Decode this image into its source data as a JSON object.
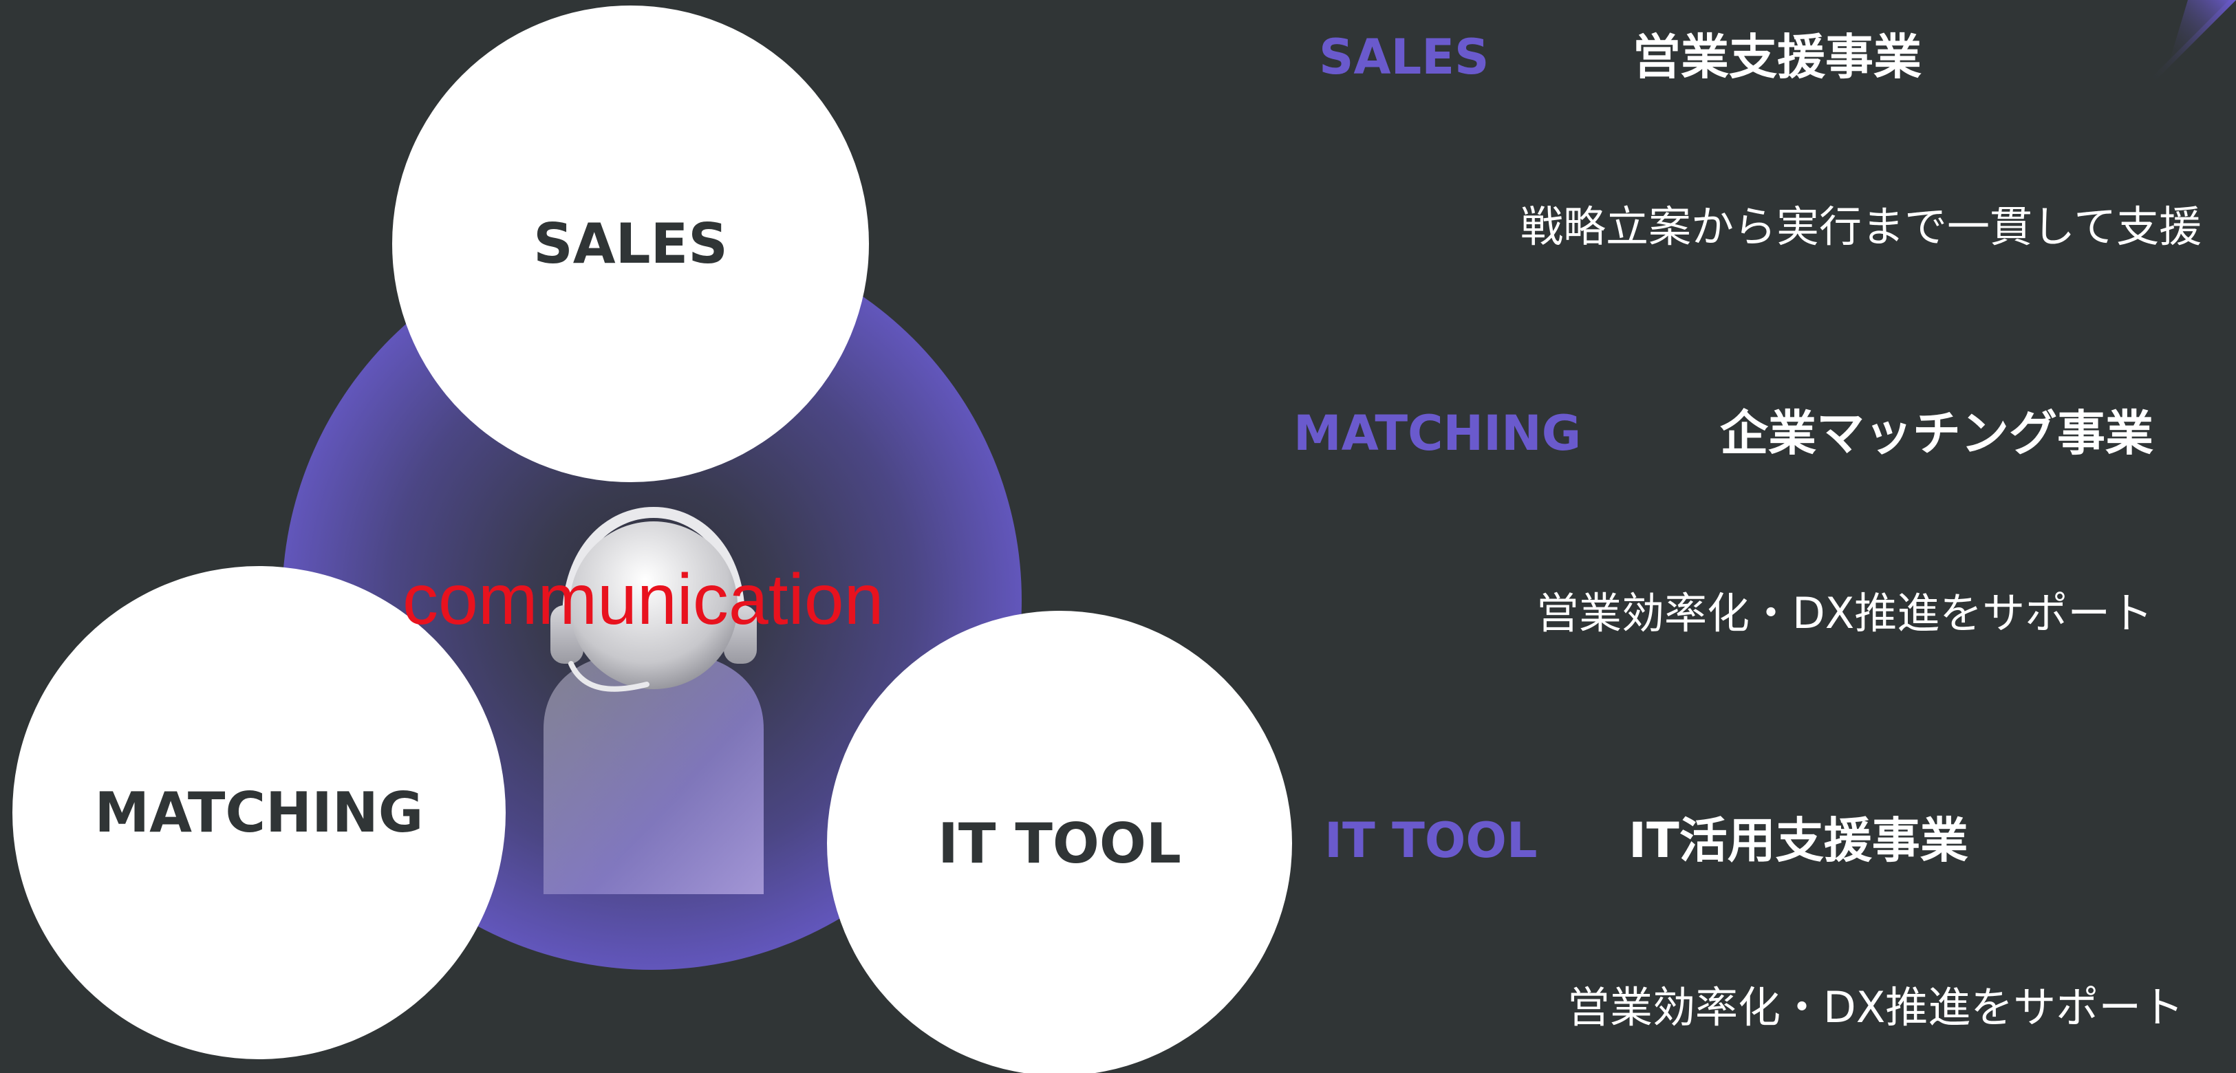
{
  "diagram": {
    "center_label": "communication",
    "circles": [
      {
        "id": "sales",
        "label": "SALES"
      },
      {
        "id": "matching",
        "label": "MATCHING"
      },
      {
        "id": "ittool",
        "label": "IT TOOL"
      }
    ]
  },
  "services": [
    {
      "en": "SALES",
      "ja": "営業支援事業",
      "description": "戦略立案から実行まで一貫して支援"
    },
    {
      "en": "MATCHING",
      "ja": "企業マッチング事業",
      "description": "営業効率化・DX推進をサポート"
    },
    {
      "en": "IT TOOL",
      "ja": "IT活用支援事業",
      "description": "営業効率化・DX推進をサポート"
    }
  ],
  "colors": {
    "background": "#303536",
    "accent_purple": "#6a5acd",
    "circle_fill": "#ffffff",
    "circle_text": "#303536",
    "center_label": "#e8121e"
  },
  "icons": {
    "center": "person-with-headset-icon",
    "corner": "corner-triangle-accent"
  }
}
